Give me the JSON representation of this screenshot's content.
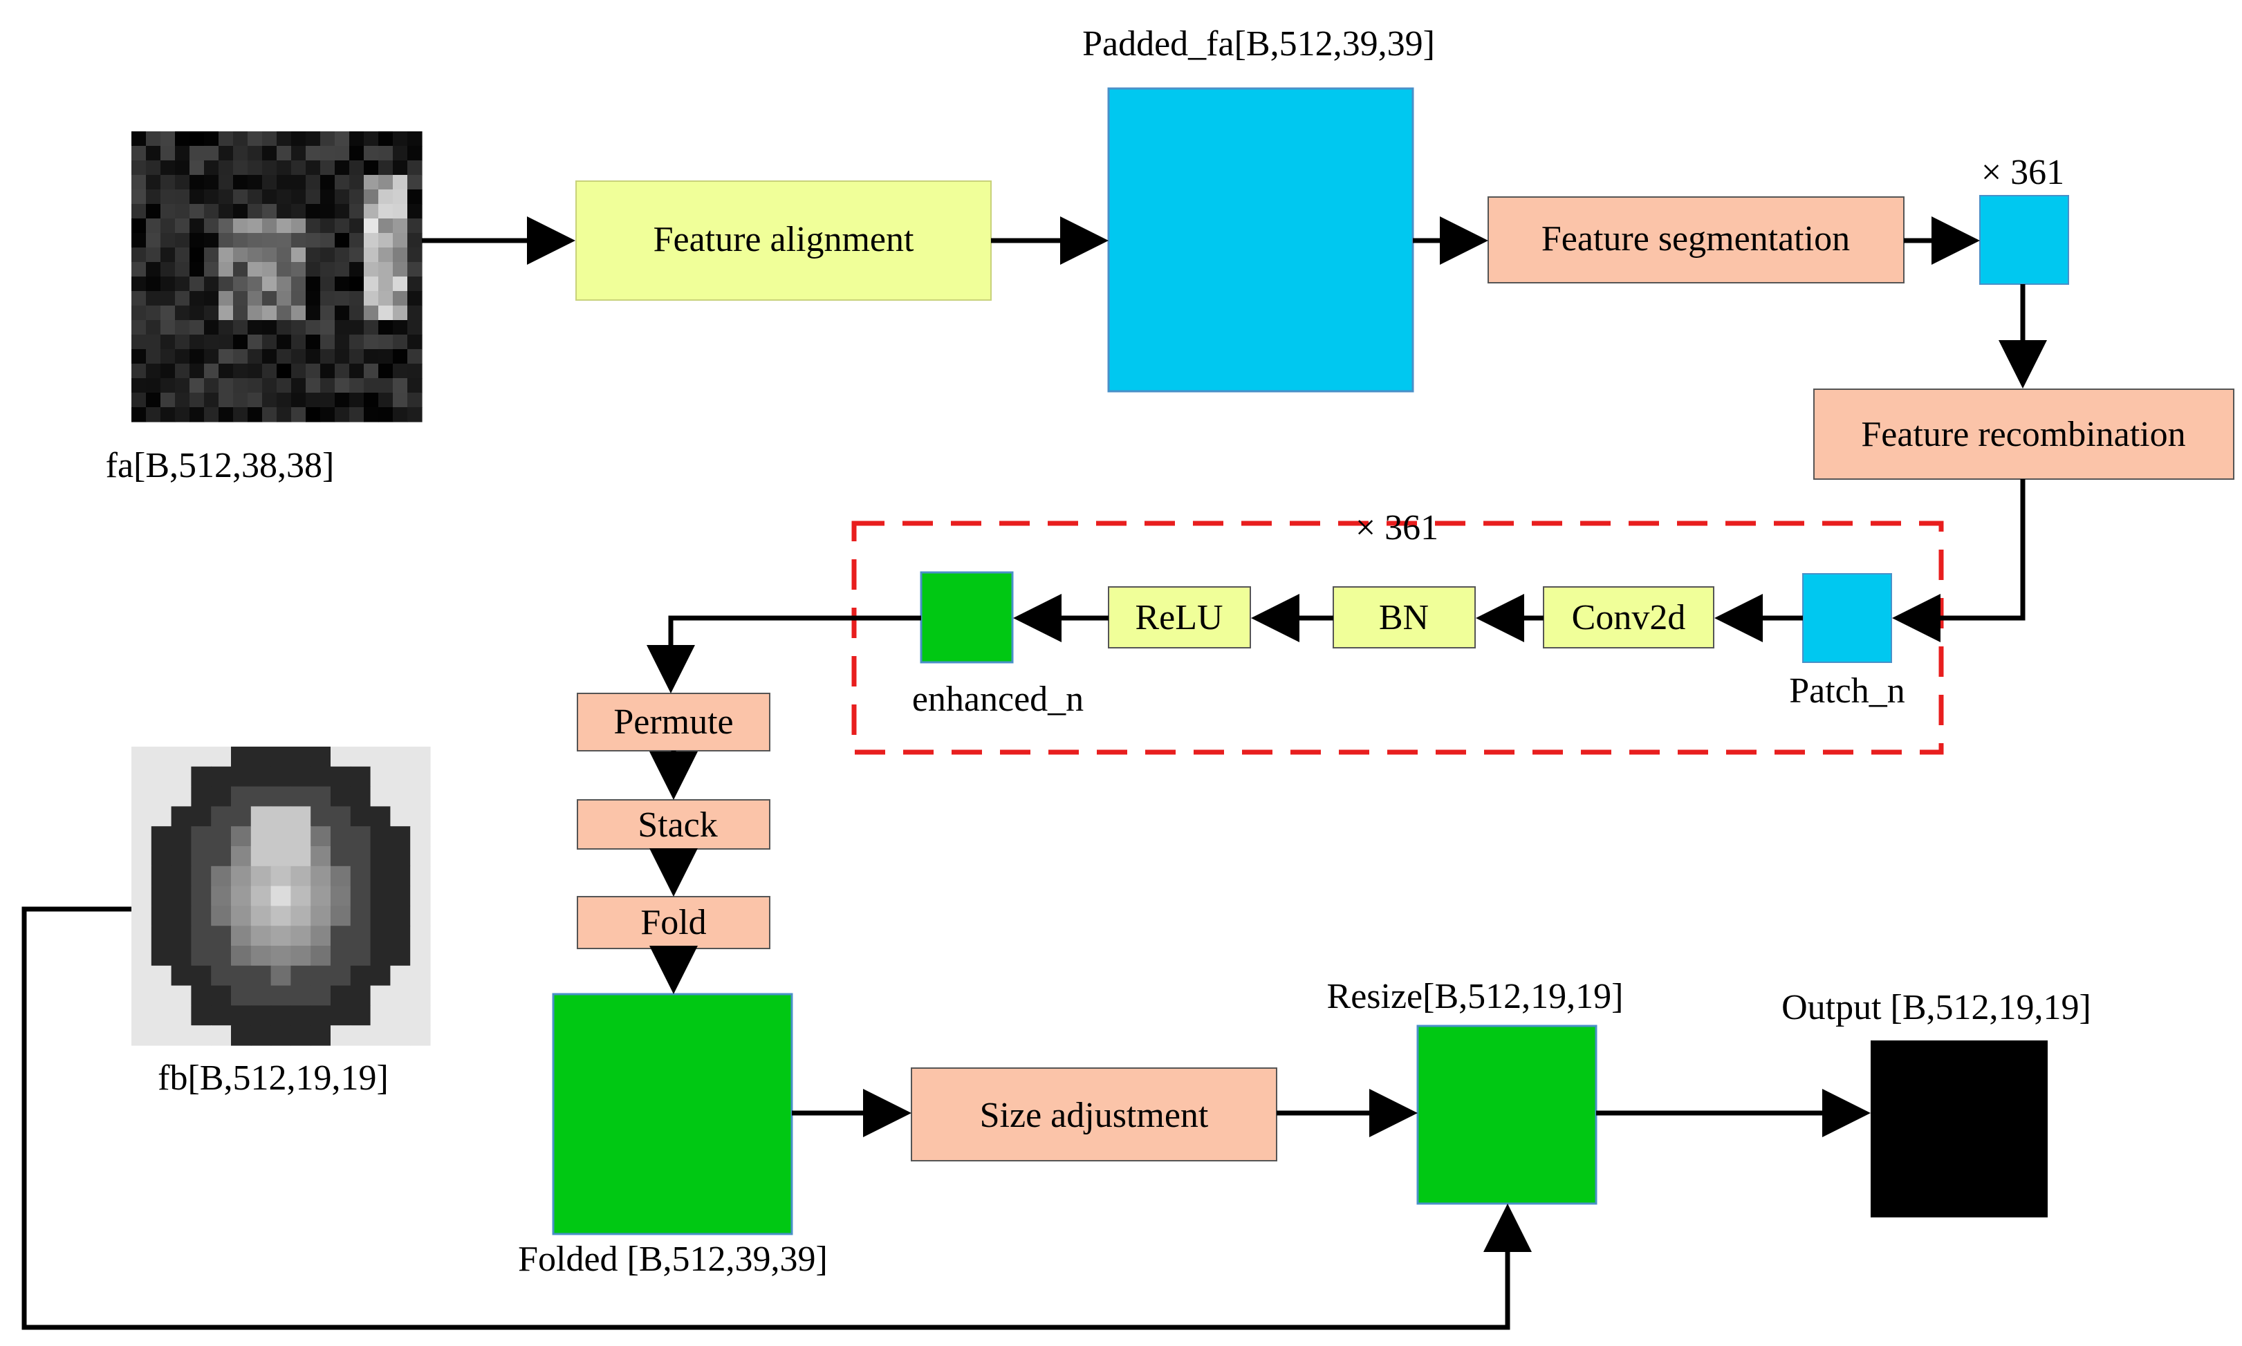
{
  "colors": {
    "yellow_box": "#f0ff99",
    "salmon_box": "#fbc4a9",
    "cyan_box": "#00c8f0",
    "green_box": "#00c813",
    "black_box": "#000000",
    "dashed_border": "#e81e1e",
    "arrow": "#000000"
  },
  "nodes": {
    "fa_label": "fa[B,512,38,38]",
    "feature_alignment": "Feature alignment",
    "padded_label": "Padded_fa[B,512,39,39]",
    "feature_segmentation": "Feature segmentation",
    "times_361_top": "× 361",
    "feature_recombination": "Feature recombination",
    "times_361_loop": "× 361",
    "conv2d": "Conv2d",
    "bn": "BN",
    "relu": "ReLU",
    "patch_label": "Patch_n",
    "enhanced_label": "enhanced_n",
    "permute": "Permute",
    "stack": "Stack",
    "fold": "Fold",
    "folded_label": "Folded [B,512,39,39]",
    "size_adjustment": "Size adjustment",
    "resize_label": "Resize[B,512,19,19]",
    "output_label": "Output [B,512,19,19]",
    "fb_label": "fb[B,512,19,19]"
  }
}
